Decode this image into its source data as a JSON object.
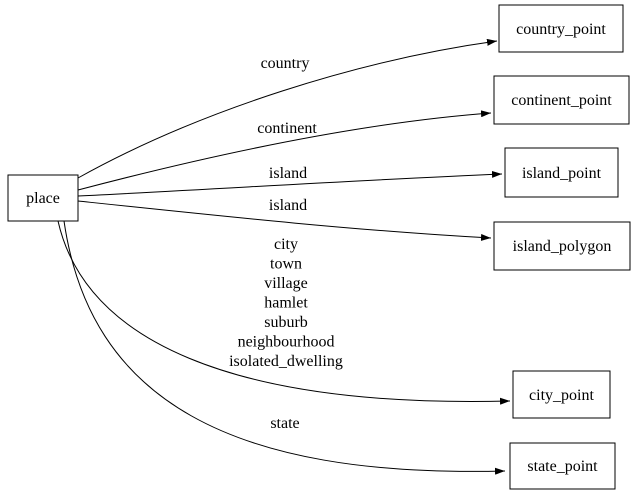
{
  "colors": {
    "background": "#ffffff",
    "node_fill": "#ffffff",
    "node_border": "#000000",
    "edge": "#000000",
    "text": "#000000"
  },
  "diagram": {
    "type": "directed-graph",
    "nodes": {
      "place": {
        "label": "place"
      },
      "country_point": {
        "label": "country_point"
      },
      "continent_point": {
        "label": "continent_point"
      },
      "island_point": {
        "label": "island_point"
      },
      "island_polygon": {
        "label": "island_polygon"
      },
      "city_point": {
        "label": "city_point"
      },
      "state_point": {
        "label": "state_point"
      }
    },
    "edges": [
      {
        "from": "place",
        "to": "country_point",
        "label": "country"
      },
      {
        "from": "place",
        "to": "continent_point",
        "label": "continent"
      },
      {
        "from": "place",
        "to": "island_point",
        "label": "island"
      },
      {
        "from": "place",
        "to": "island_polygon",
        "label": "island"
      },
      {
        "from": "place",
        "to": "city_point",
        "label_lines": [
          "city",
          "town",
          "village",
          "hamlet",
          "suburb",
          "neighbourhood",
          "isolated_dwelling"
        ]
      },
      {
        "from": "place",
        "to": "state_point",
        "label": "state"
      }
    ]
  }
}
